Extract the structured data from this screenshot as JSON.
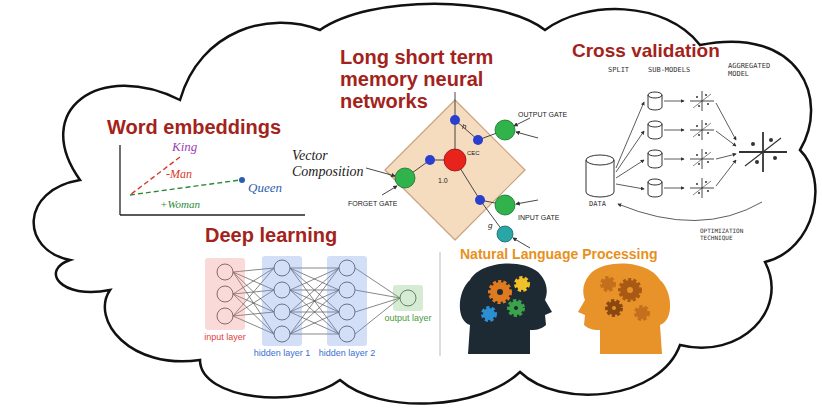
{
  "diagram": {
    "nodes": [
      {
        "text": [
          "input layer"
        ]
      },
      {
        "text": [
          "hidden layer 1"
        ]
      },
      {
        "text": [
          "hidden layer 2"
        ]
      },
      {
        "text": [
          "output layer"
        ]
      }
    ],
    "labels": [
      "Word embeddings",
      "King",
      "-Man",
      "Queen",
      "+Woman",
      "Vector Composition",
      "Long short term memory neural networks",
      "OUTPUT GATE",
      "CEC",
      "FORGET GATE",
      "INPUT GATE",
      "1.0",
      "h",
      "g",
      "Cross validation",
      "SPLIT",
      "SUB-MODELS",
      "AGGREGATED MODEL",
      "DATA",
      "OPTIMIZATION TECHNIQUE",
      "Deep learning",
      "Natural Language Processing"
    ]
  }
}
